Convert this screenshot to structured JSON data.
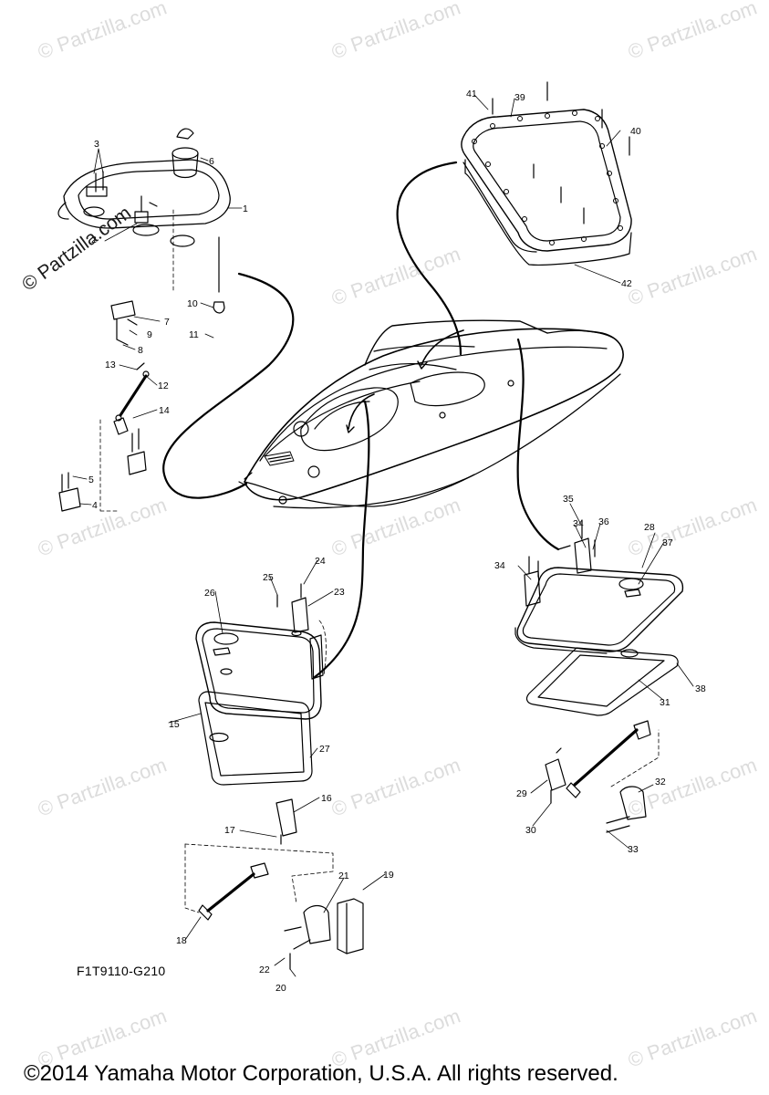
{
  "watermark": "© Partzilla.com",
  "side_watermark": "© Partzilla.com",
  "diagram_code": "F1T9110-G210",
  "copyright": "©2014 Yamaha Motor Corporation, U.S.A. All rights reserved.",
  "callouts": {
    "p1": "1",
    "p2": "2",
    "p3": "3",
    "p4": "4",
    "p5": "5",
    "p6": "6",
    "p7": "7",
    "p8": "8",
    "p9": "9",
    "p10": "10",
    "p11": "11",
    "p12": "12",
    "p13": "13",
    "p14": "14",
    "p15": "15",
    "p16": "16",
    "p17": "17",
    "p18": "18",
    "p19": "19",
    "p20": "20",
    "p21": "21",
    "p22": "22",
    "p23": "23",
    "p24": "24",
    "p25": "25",
    "p26": "26",
    "p27": "27",
    "p28": "28",
    "p29": "29",
    "p30": "30",
    "p31": "31",
    "p32": "32",
    "p33": "33",
    "p34a": "34",
    "p34b": "34",
    "p35": "35",
    "p36": "36",
    "p37": "37",
    "p38": "38",
    "p39": "39",
    "p40": "40",
    "p41": "41",
    "p42": "42"
  }
}
